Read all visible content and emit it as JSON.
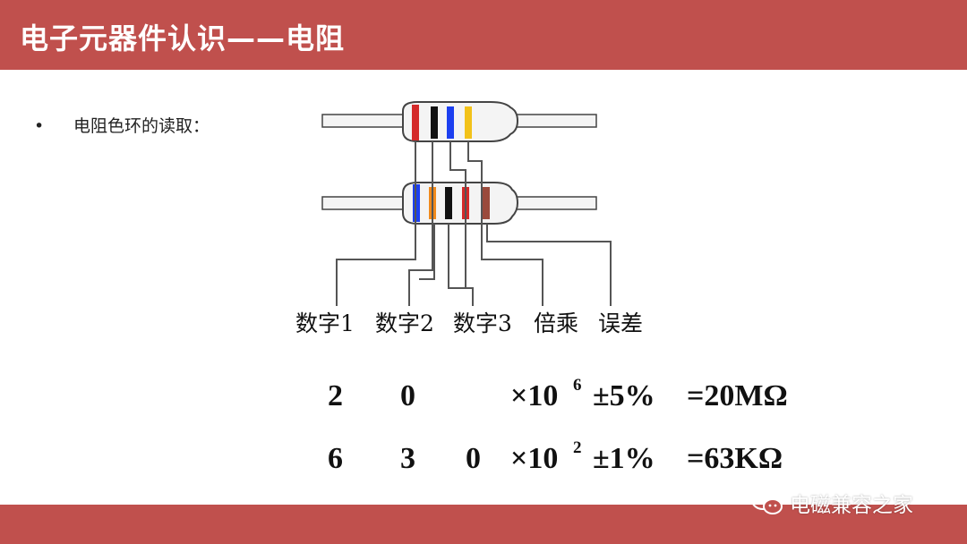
{
  "slide": {
    "title": "电子元器件认识——电阻",
    "bullet_text": "电阻色环的读取："
  },
  "diagram": {
    "band_labels": [
      "数字1",
      "数字2",
      "数字3",
      "倍乘",
      "误差"
    ],
    "resistor_top_bands": [
      "#d42a2a",
      "#111111",
      "#1c3ff0",
      "#f2c21a"
    ],
    "resistor_bottom_bands": [
      "#1c3ff0",
      "#f08a1c",
      "#111111",
      "#d42a2a",
      "#9a4a3c"
    ]
  },
  "examples": [
    {
      "d1": "2",
      "d2": "0",
      "d3": "",
      "mult_base": "×10",
      "mult_exp": "6",
      "tol": "±5%",
      "result": "=20MΩ"
    },
    {
      "d1": "6",
      "d2": "3",
      "d3": "0",
      "mult_base": "×10",
      "mult_exp": "2",
      "tol": "±1%",
      "result": "=63KΩ"
    }
  ],
  "watermark": {
    "text": "电磁兼容之家"
  },
  "colors": {
    "header": "#c0504d",
    "footer": "#c0504d"
  }
}
